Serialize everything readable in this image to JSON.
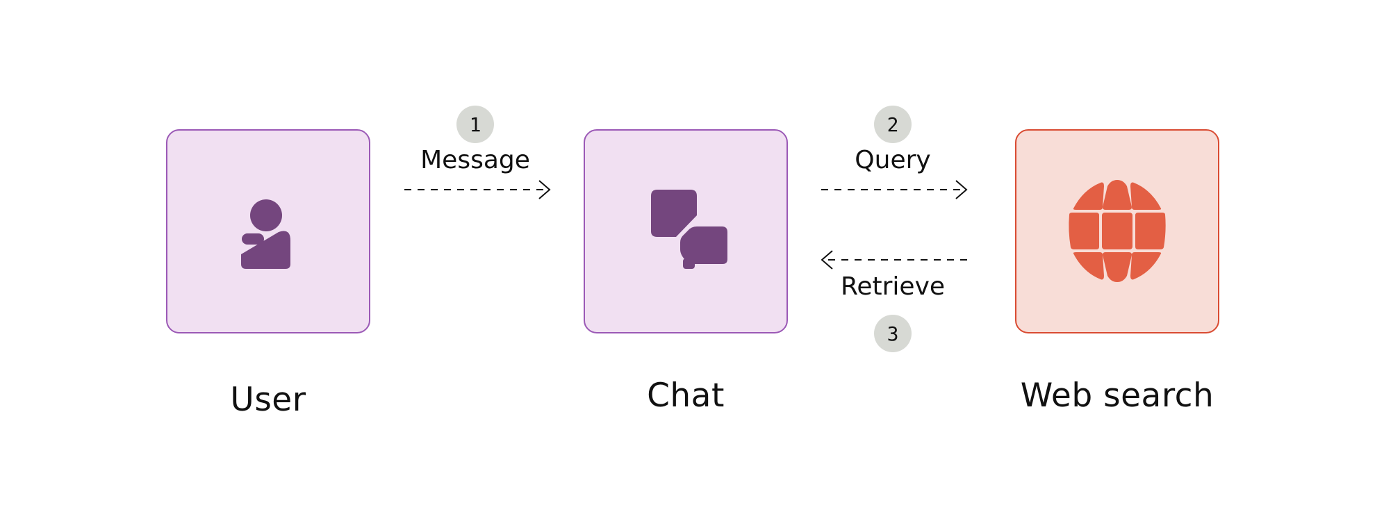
{
  "nodes": {
    "user": {
      "label": "User",
      "icon": "user-icon"
    },
    "chat": {
      "label": "Chat",
      "icon": "chat-bubbles-icon"
    },
    "web_search": {
      "label": "Web search",
      "icon": "globe-icon"
    }
  },
  "edges": [
    {
      "step": "1",
      "label": "Message",
      "from": "User",
      "to": "Chat"
    },
    {
      "step": "2",
      "label": "Query",
      "from": "Chat",
      "to": "Web search"
    },
    {
      "step": "3",
      "label": "Retrieve",
      "from": "Web search",
      "to": "Chat"
    }
  ],
  "colors": {
    "purple_fill": "#f1e0f2",
    "purple_stroke": "#9b59b6",
    "purple_icon": "#74467e",
    "red_fill": "#f8ddd7",
    "red_stroke": "#d94b32",
    "red_icon": "#e35f44",
    "badge_fill": "#d7d9d4",
    "arrow": "#111111"
  }
}
